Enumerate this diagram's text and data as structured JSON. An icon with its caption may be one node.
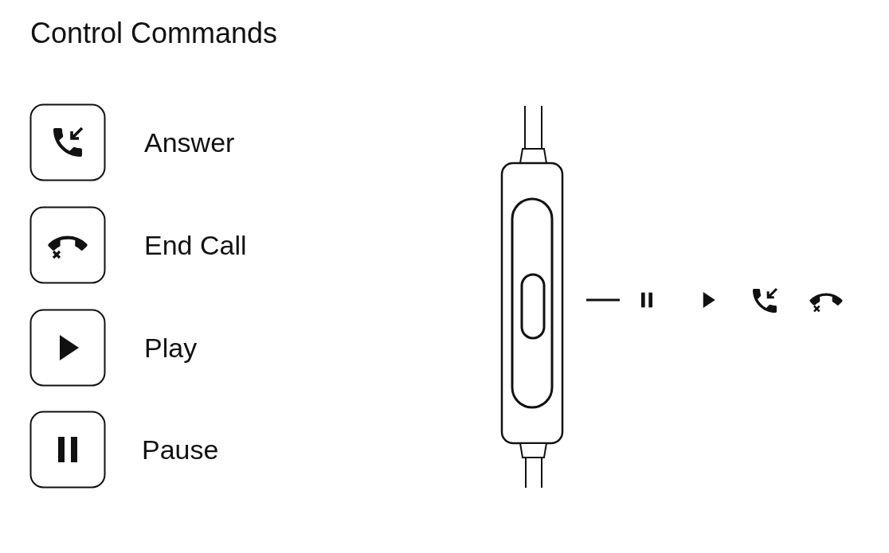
{
  "diagram": {
    "title": "Control Commands",
    "labels": [
      "Answer",
      "End Call",
      "Play",
      "Pause"
    ]
  }
}
